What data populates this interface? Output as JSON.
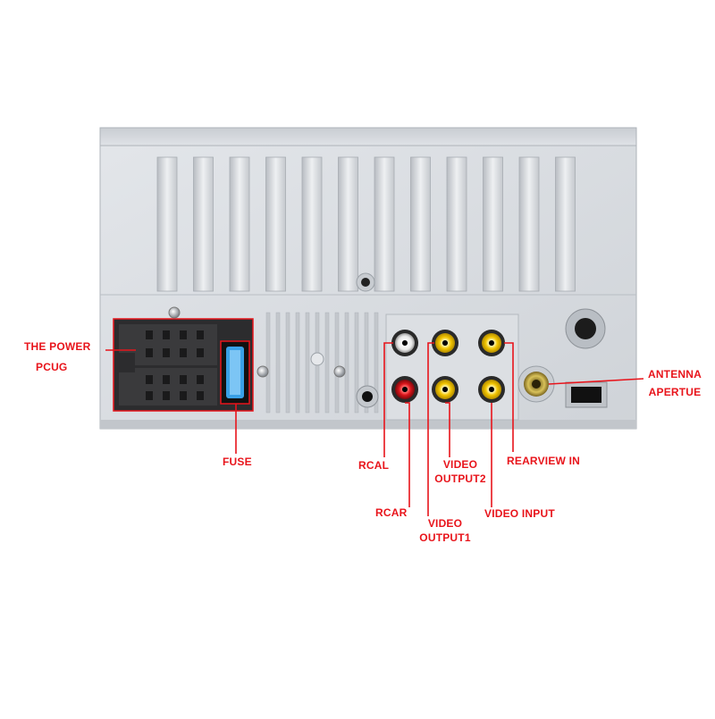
{
  "labels": {
    "power": "THE POWER",
    "pcug": "PCUG",
    "fuse": "FUSE",
    "rcal": "RCAL",
    "rcar": "RCAR",
    "video_output1_line1": "VIDEO",
    "video_output1_line2": "OUTPUT1",
    "video_output2_line1": "VIDEO",
    "video_output2_line2": "OUTPUT2",
    "rearview_in": "REARVIEW IN",
    "video_input": "VIDEO INPUT",
    "antenna_line1": "ANTENNA",
    "antenna_line2": "APERTUE"
  },
  "colors": {
    "annotation": "#e8141b",
    "rca_yellow": "#f2c500",
    "rca_red": "#d8141a",
    "rca_white": "#f4f4f4",
    "fuse_blue": "#3aa0e6",
    "panel": "#d6dadf"
  }
}
